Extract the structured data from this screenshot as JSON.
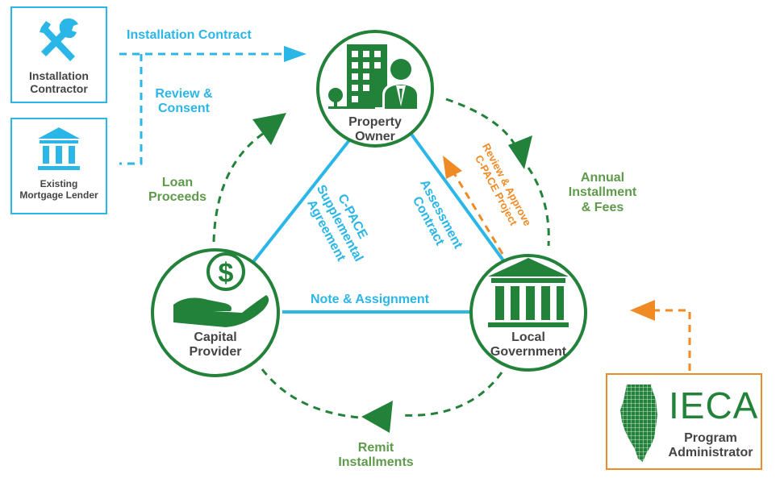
{
  "colors": {
    "green": "#23823a",
    "light_green": "#5e9a4a",
    "blue": "#2bb6e8",
    "orange": "#f08a24",
    "dark_text": "#444444"
  },
  "boxes": {
    "installation_contractor": {
      "line1": "Installation",
      "line2": "Contractor",
      "icon": "tools-icon"
    },
    "mortgage_lender": {
      "line1": "Existing",
      "line2": "Mortgage Lender",
      "icon": "bank-icon"
    },
    "ieca": {
      "logo": "IECA",
      "line1": "Program",
      "line2": "Administrator",
      "icon": "illinois-map-icon"
    }
  },
  "nodes": {
    "property_owner": {
      "line1": "Property",
      "line2": "Owner",
      "icon": "businessman-building-icon"
    },
    "capital_provider": {
      "line1": "Capital",
      "line2": "Provider",
      "icon": "hand-dollar-icon"
    },
    "local_government": {
      "line1": "Local",
      "line2": "Government",
      "icon": "government-building-icon"
    }
  },
  "labels": {
    "installation_contract": "Installation Contract",
    "review_consent_1": "Review &",
    "review_consent_2": "Consent",
    "loan_proceeds_1": "Loan",
    "loan_proceeds_2": "Proceeds",
    "annual_1": "Annual",
    "annual_2": "Installment",
    "annual_3": "& Fees",
    "remit_1": "Remit",
    "remit_2": "Installments",
    "note_assignment": "Note & Assignment",
    "cpace_1": "C-PACE",
    "cpace_2": "Supplemental",
    "cpace_3": "Agreement",
    "assessment_1": "Assessment",
    "assessment_2": "Contract",
    "review_approve_1": "Review & Approve",
    "review_approve_2": "C-PACE Project"
  }
}
